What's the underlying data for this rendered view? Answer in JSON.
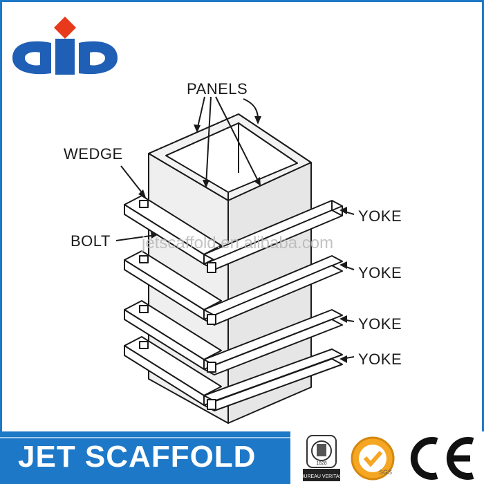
{
  "labels": {
    "panels": "PANELS",
    "wedge": "WEDGE",
    "bolt": "BOLT",
    "yoke1": "YOKE",
    "yoke2": "YOKE",
    "yoke3": "YOKE",
    "yoke4": "YOKE"
  },
  "watermark": "jetscaffold.en.alibaba.com",
  "footer": {
    "brand": "JET SCAFFOLD"
  },
  "certifications": {
    "bureau_veritas": "BUREAU VERITAS",
    "bv_year": "1828",
    "sgs": "SGS",
    "ce": "CE"
  },
  "colors": {
    "brand_blue": "#1e78c8",
    "logo_blue": "#1f5fb5",
    "logo_red": "#e8391d"
  }
}
